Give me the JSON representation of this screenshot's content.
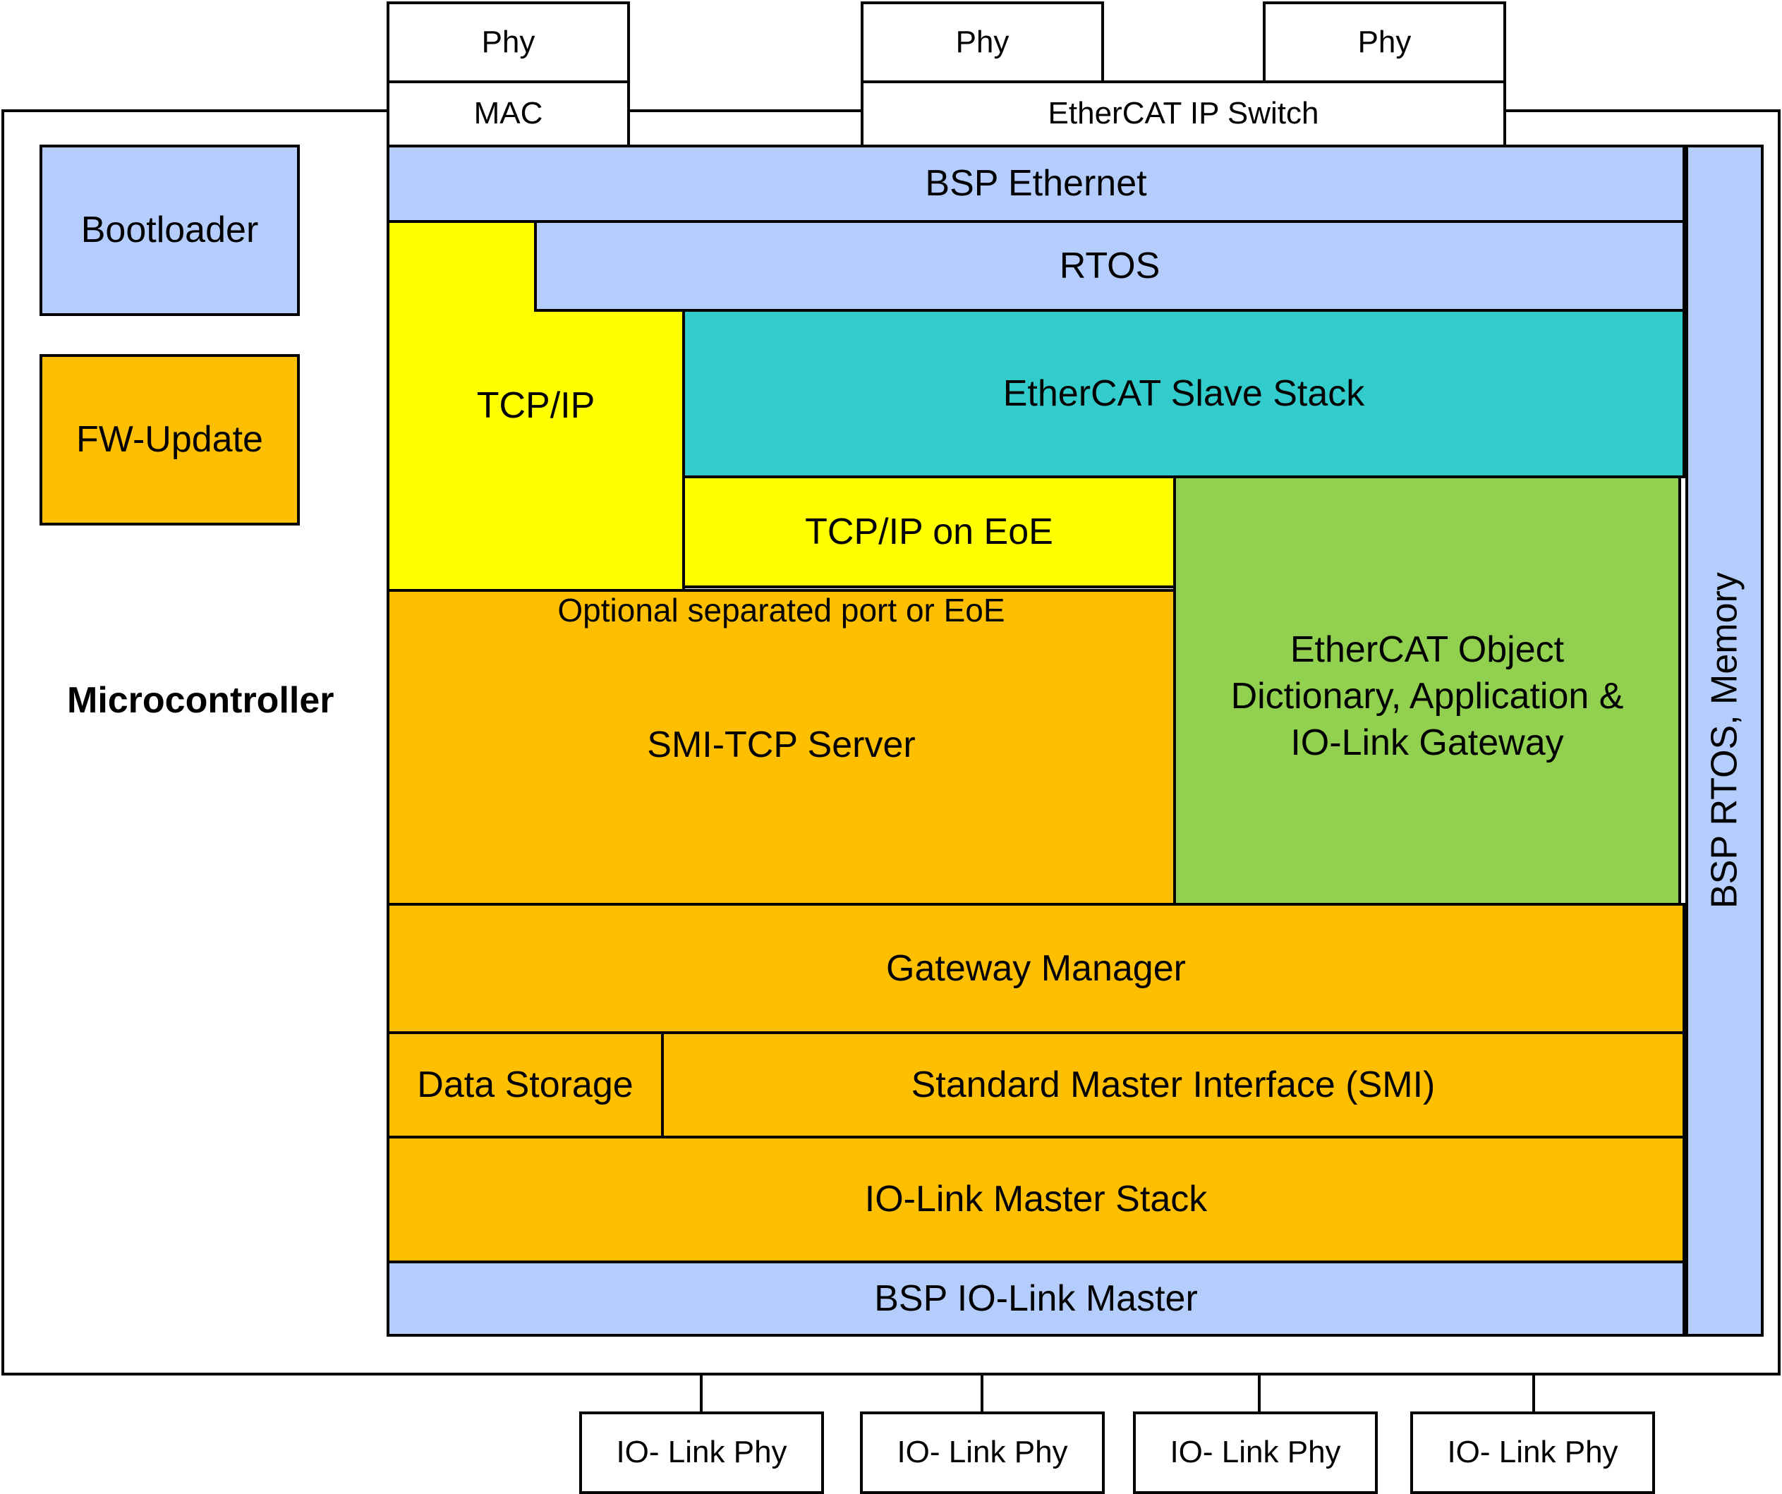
{
  "microcontroller": {
    "label": "Microcontroller"
  },
  "side_blocks": {
    "bootloader": "Bootloader",
    "fw_update": "FW-Update"
  },
  "phys_top": [
    "Phy",
    "Phy",
    "Phy"
  ],
  "interfaces": {
    "mac": "MAC",
    "ethercat_ip_switch": "EtherCAT IP Switch"
  },
  "layers": {
    "bsp_ethernet": "BSP Ethernet",
    "rtos": "RTOS",
    "tcp_ip": "TCP/IP",
    "ethercat_slave_stack": "EtherCAT Slave Stack",
    "tcp_ip_on_eoe": "TCP/IP on EoE",
    "optional_note": "Optional separated port or EoE",
    "smi_tcp_server": "SMI-TCP Server",
    "ethercat_object_dictionary": [
      "EtherCAT Object",
      "Dictionary, Application &",
      "IO-Link Gateway"
    ],
    "gateway_manager": "Gateway Manager",
    "data_storage": "Data Storage",
    "smi": "Standard Master Interface (SMI)",
    "io_link_master_stack": "IO-Link Master Stack",
    "bsp_io_link_master": "BSP IO-Link Master",
    "bsp_rtos_memory": "BSP RTOS, Memory"
  },
  "phys_bottom": [
    "IO- Link Phy",
    "IO- Link Phy",
    "IO- Link Phy",
    "IO- Link Phy"
  ],
  "colors": {
    "blue": "#b4cdfd",
    "orange": "#fdbf00",
    "yellow": "#ffff00",
    "teal": "#33cccc",
    "green": "#92d050"
  }
}
